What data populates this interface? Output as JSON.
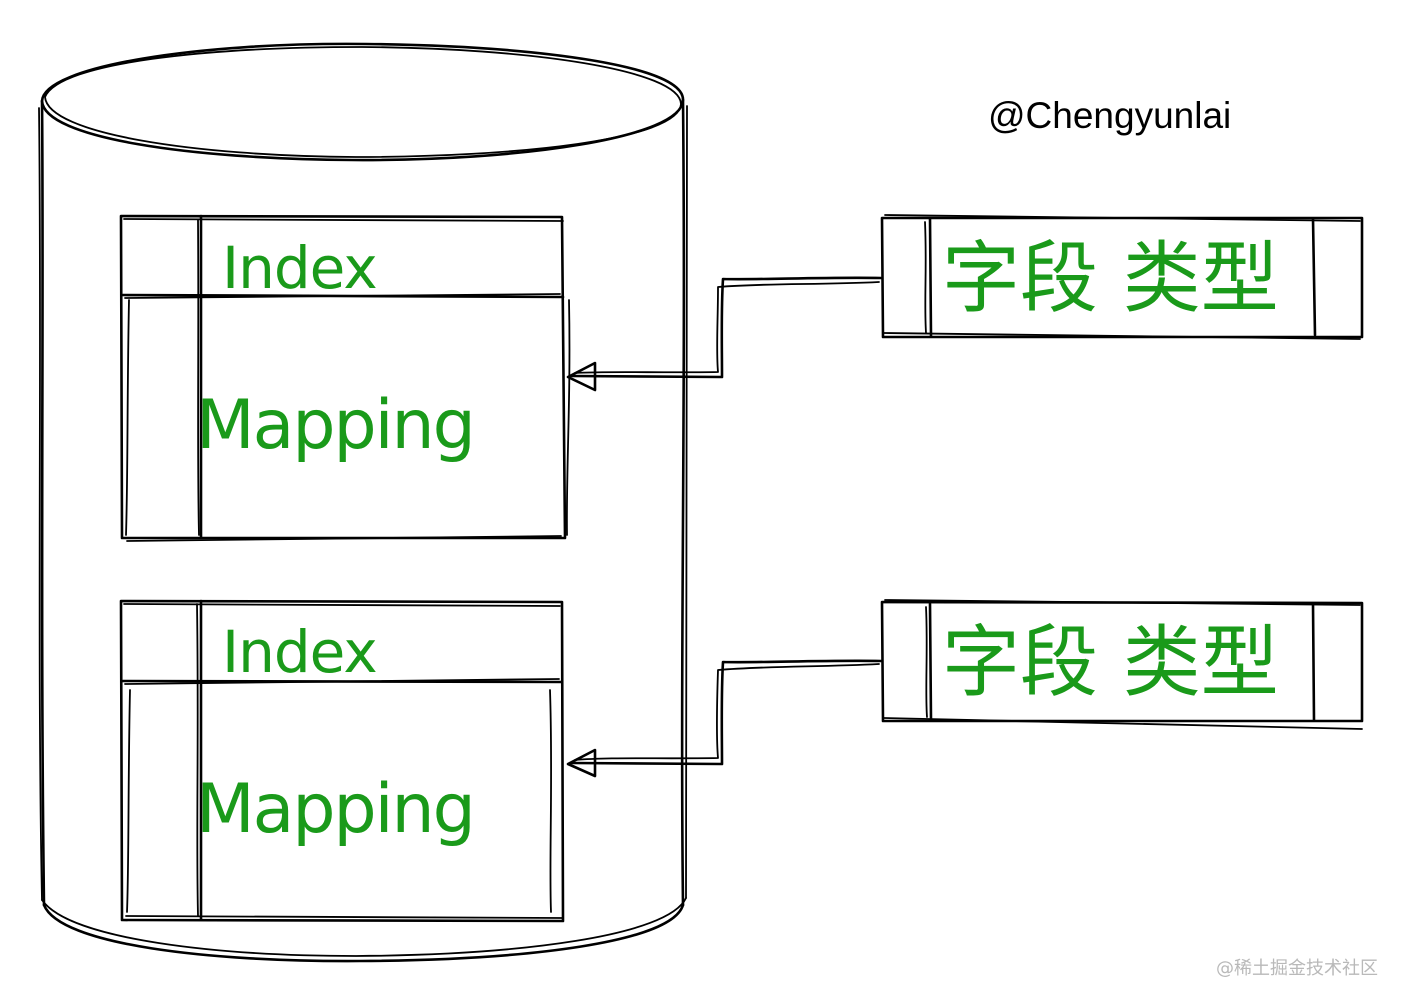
{
  "author": "@Chengyunlai",
  "watermark": "@稀土掘金技术社区",
  "colors": {
    "label": "#1a9a1a",
    "stroke": "#000000",
    "watermark": "#b9b9b9",
    "background": "#ffffff"
  },
  "database": {
    "shape": "cylinder",
    "indexes": [
      {
        "header": "Index",
        "body": "Mapping"
      },
      {
        "header": "Index",
        "body": "Mapping"
      }
    ]
  },
  "fields": [
    {
      "label": "字段 类型"
    },
    {
      "label": "字段 类型"
    }
  ],
  "connectors": [
    {
      "from": "field-1",
      "to": "index-1-mapping",
      "arrow": "open-triangle"
    },
    {
      "from": "field-2",
      "to": "index-2-mapping",
      "arrow": "open-triangle"
    }
  ]
}
